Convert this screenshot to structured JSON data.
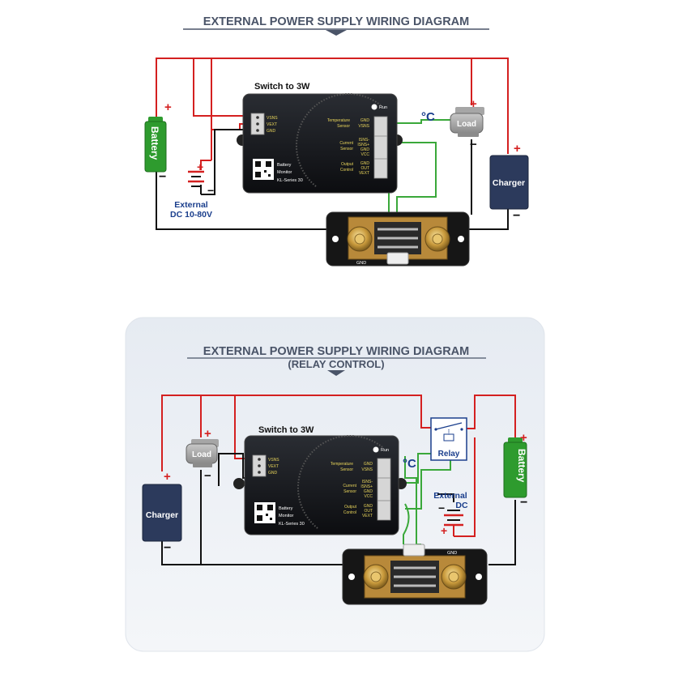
{
  "top": {
    "title": "EXTERNAL POWER SUPPLY WIRING DIAGRAM",
    "switch_label": "Switch to 3W",
    "battery_label": "Battery",
    "charger_label": "Charger",
    "load_label": "Load",
    "celsius": "°C",
    "ext_label_1": "External",
    "ext_label_2": "DC 10-80V",
    "run": "Run",
    "left_pins": [
      "VSNS",
      "VEXT",
      "GND"
    ],
    "temp_label": [
      "Temperature",
      "Sensor"
    ],
    "temp_pins": [
      "GND",
      "VSNS"
    ],
    "current_label": [
      "Current",
      "Sensor"
    ],
    "current_pins": [
      "ISNS-",
      "ISNS+",
      "GND",
      "VCC"
    ],
    "output_label": [
      "Output",
      "Control"
    ],
    "output_pins": [
      "GND",
      "OUT",
      "VEXT"
    ],
    "monitor_name": [
      "Battery",
      "Monitor"
    ],
    "series": "KL-Series 30",
    "gnd": "GND"
  },
  "bottom": {
    "title": "EXTERNAL POWER SUPPLY WIRING DIAGRAM",
    "subtitle": "(RELAY CONTROL)",
    "switch_label": "Switch to 3W",
    "battery_label": "Battery",
    "charger_label": "Charger",
    "load_label": "Load",
    "relay_label": "Relay",
    "celsius": "°C",
    "ext_label_1": "External",
    "ext_label_2": "DC",
    "run": "Run",
    "left_pins": [
      "VSNS",
      "VEXT",
      "GND"
    ],
    "temp_label": [
      "Temperature",
      "Sensor"
    ],
    "temp_pins": [
      "GND",
      "VSNS"
    ],
    "current_label": [
      "Current",
      "Sensor"
    ],
    "current_pins": [
      "ISNS-",
      "ISNS+",
      "GND",
      "VCC"
    ],
    "output_label": [
      "Output",
      "Control"
    ],
    "output_pins": [
      "GND",
      "OUT",
      "VEXT"
    ],
    "monitor_name": [
      "Battery",
      "Monitor"
    ],
    "series": "KL-Series 30",
    "gnd": "GND"
  },
  "colors": {
    "red_wire": "#d42020",
    "black_wire": "#111111",
    "green_wire": "#3aa83a",
    "battery_green": "#2e9b2e",
    "charger_navy": "#2c3a5c",
    "title_gray": "#4a5468",
    "label_blue": "#1a3e8c"
  }
}
